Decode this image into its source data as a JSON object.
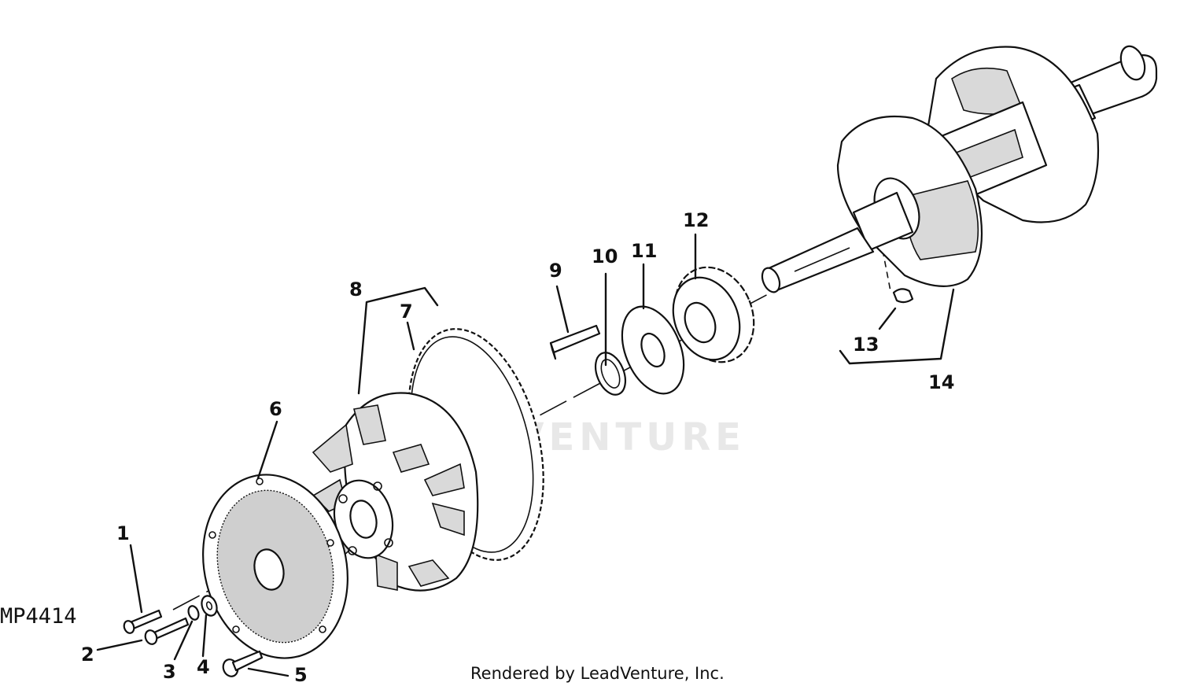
{
  "figure_code": "MP4414",
  "footer": "Rendered by LeadVenture, Inc.",
  "watermark": "LEADVENTURE",
  "callouts": [
    "1",
    "2",
    "3",
    "4",
    "5",
    "6",
    "7",
    "8",
    "9",
    "10",
    "11",
    "12",
    "13",
    "14"
  ]
}
